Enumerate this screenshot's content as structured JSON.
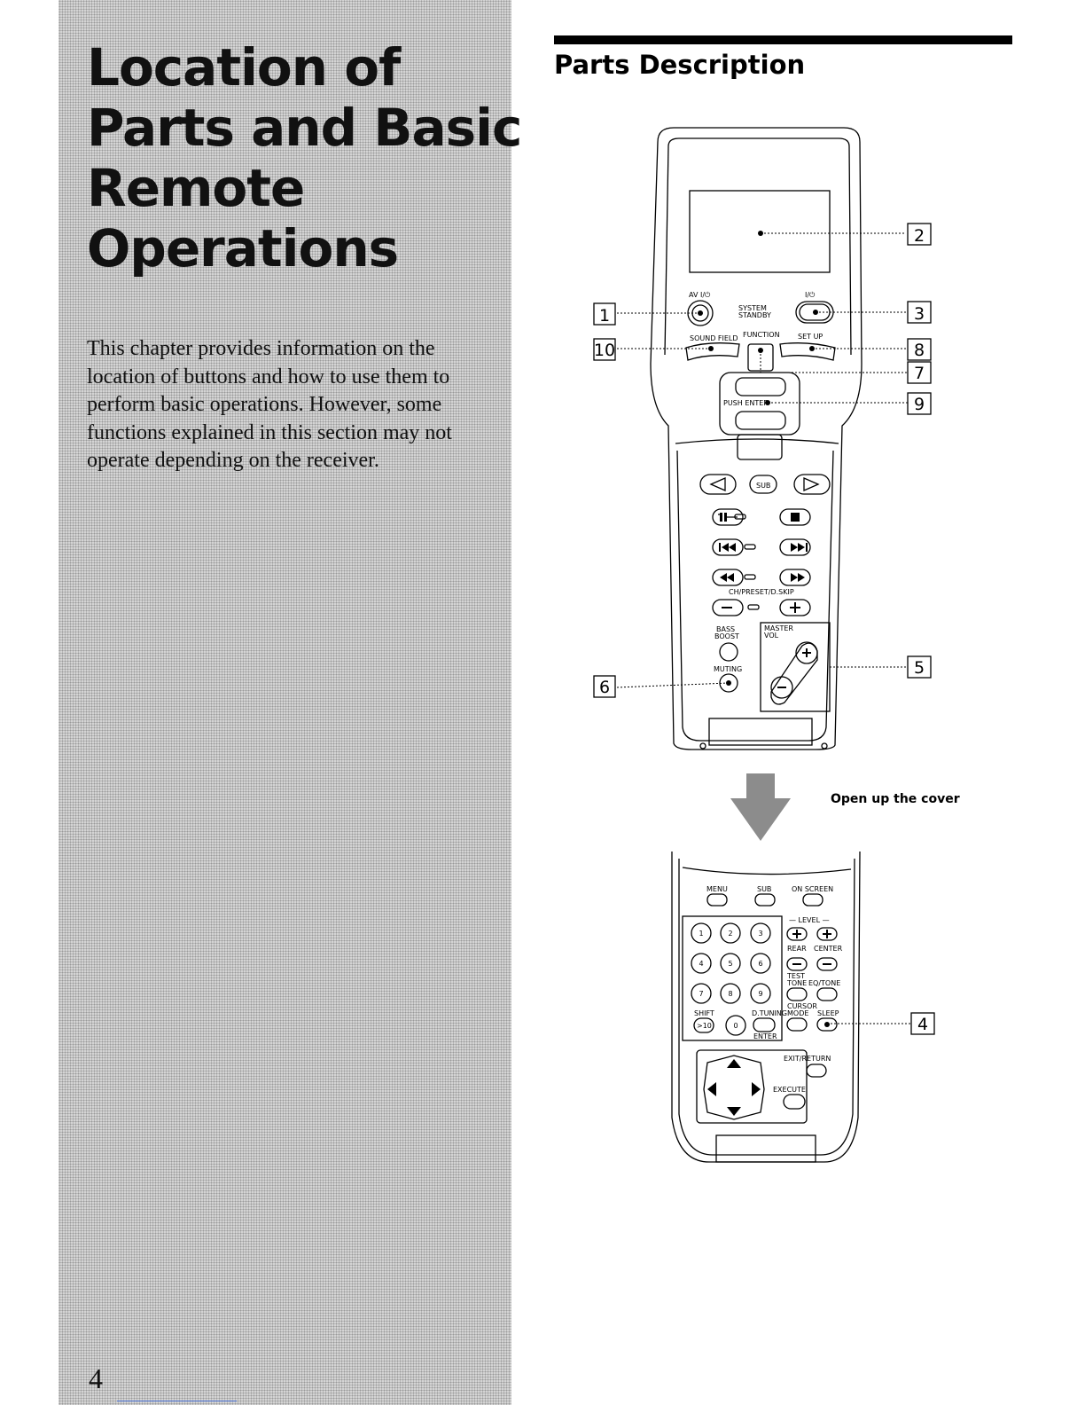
{
  "sidebar": {
    "title_lines": [
      "Location of",
      "Parts and Basic",
      "Remote",
      "Operations"
    ],
    "intro": "This chapter provides information on the location of buttons and how to use them to perform basic operations. However, some functions explained in this section may not operate depending on the receiver.",
    "page_number": "4"
  },
  "main": {
    "section_title": "Parts Description",
    "cover_caption": "Open up the cover"
  },
  "callouts": [
    "1",
    "2",
    "3",
    "4",
    "5",
    "6",
    "7",
    "8",
    "9",
    "10"
  ],
  "remote_labels": {
    "av_power": "AV I/⏻",
    "power": "I/⏻",
    "system_standby_1": "SYSTEM",
    "system_standby_2": "STANDBY",
    "sound_field": "SOUND FIELD",
    "function": "FUNCTION",
    "set_up": "SET UP",
    "push_enter": "PUSH ENTER",
    "sub": "SUB",
    "ch_skip": "CH/PRESET/D.SKIP",
    "bass_boost_1": "BASS",
    "bass_boost_2": "BOOST",
    "muting": "MUTING",
    "master_vol_1": "MASTER",
    "master_vol_2": "VOL"
  },
  "keypad_labels": {
    "menu": "MENU",
    "sub": "SUB",
    "on_screen": "ON SCREEN",
    "level": "— LEVEL —",
    "rear": "REAR",
    "center": "CENTER",
    "test_tone_1": "TEST",
    "test_tone_2": "TONE",
    "eq_tone": "EQ/TONE",
    "cursor_mode_1": "CURSOR",
    "cursor_mode_2": "MODE",
    "sleep": "SLEEP",
    "shift": "SHIFT",
    "gt10": ">10",
    "d_tuning": "D.TUNING",
    "enter": "ENTER",
    "exit_return": "EXIT/RETURN",
    "execute": "EXECUTE",
    "digits": [
      "1",
      "2",
      "3",
      "4",
      "5",
      "6",
      "7",
      "8",
      "9",
      "0"
    ]
  }
}
